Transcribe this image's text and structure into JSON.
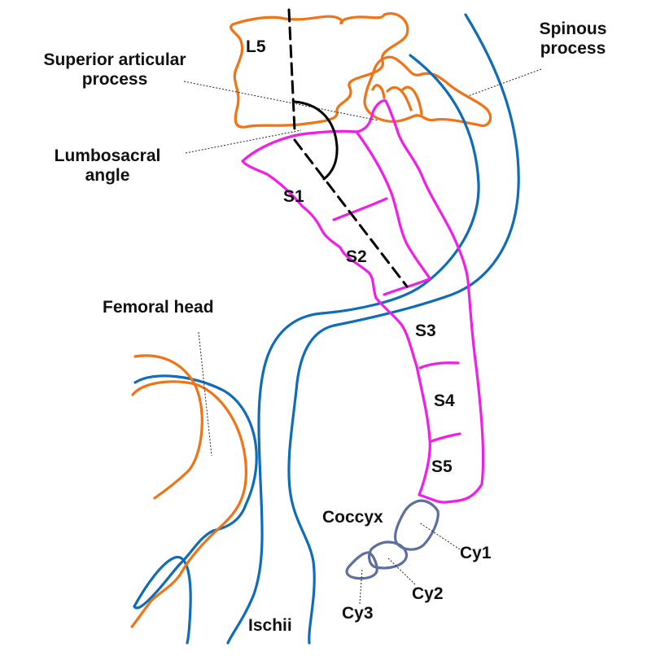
{
  "labels": {
    "l5": "L5",
    "superior_articular_process": "Superior articular\nprocess",
    "spinous_process": "Spinous\nprocess",
    "lumbosacral_angle": "Lumbosacral\nangle",
    "s1": "S1",
    "s2": "S2",
    "s3": "S3",
    "s4": "S4",
    "s5": "S5",
    "femoral_head": "Femoral head",
    "coccyx": "Coccyx",
    "cy1": "Cy1",
    "cy2": "Cy2",
    "cy3": "Cy3",
    "ischii": "Ischii"
  },
  "colors": {
    "lumbar_and_femur": "#f07316",
    "pelvis_outline": "#0e6cb8",
    "sacrum": "#f01ee6",
    "coccyx": "#5c6f9e",
    "angle_lines": "#000000"
  }
}
